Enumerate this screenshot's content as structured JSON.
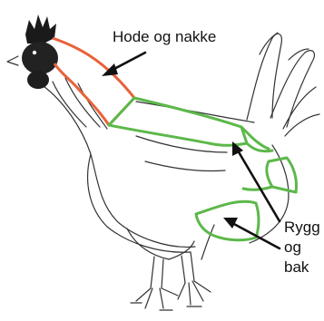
{
  "diagram": {
    "labels": {
      "head_neck": "Hode og nakke",
      "back_lines": [
        "Rygg",
        "og",
        "bak"
      ]
    },
    "colors": {
      "head_neck_region": "#e8623a",
      "back_region": "#5cb84a",
      "outline": "#333333",
      "comb": "#1a1a1a",
      "arrow": "#111111"
    }
  }
}
